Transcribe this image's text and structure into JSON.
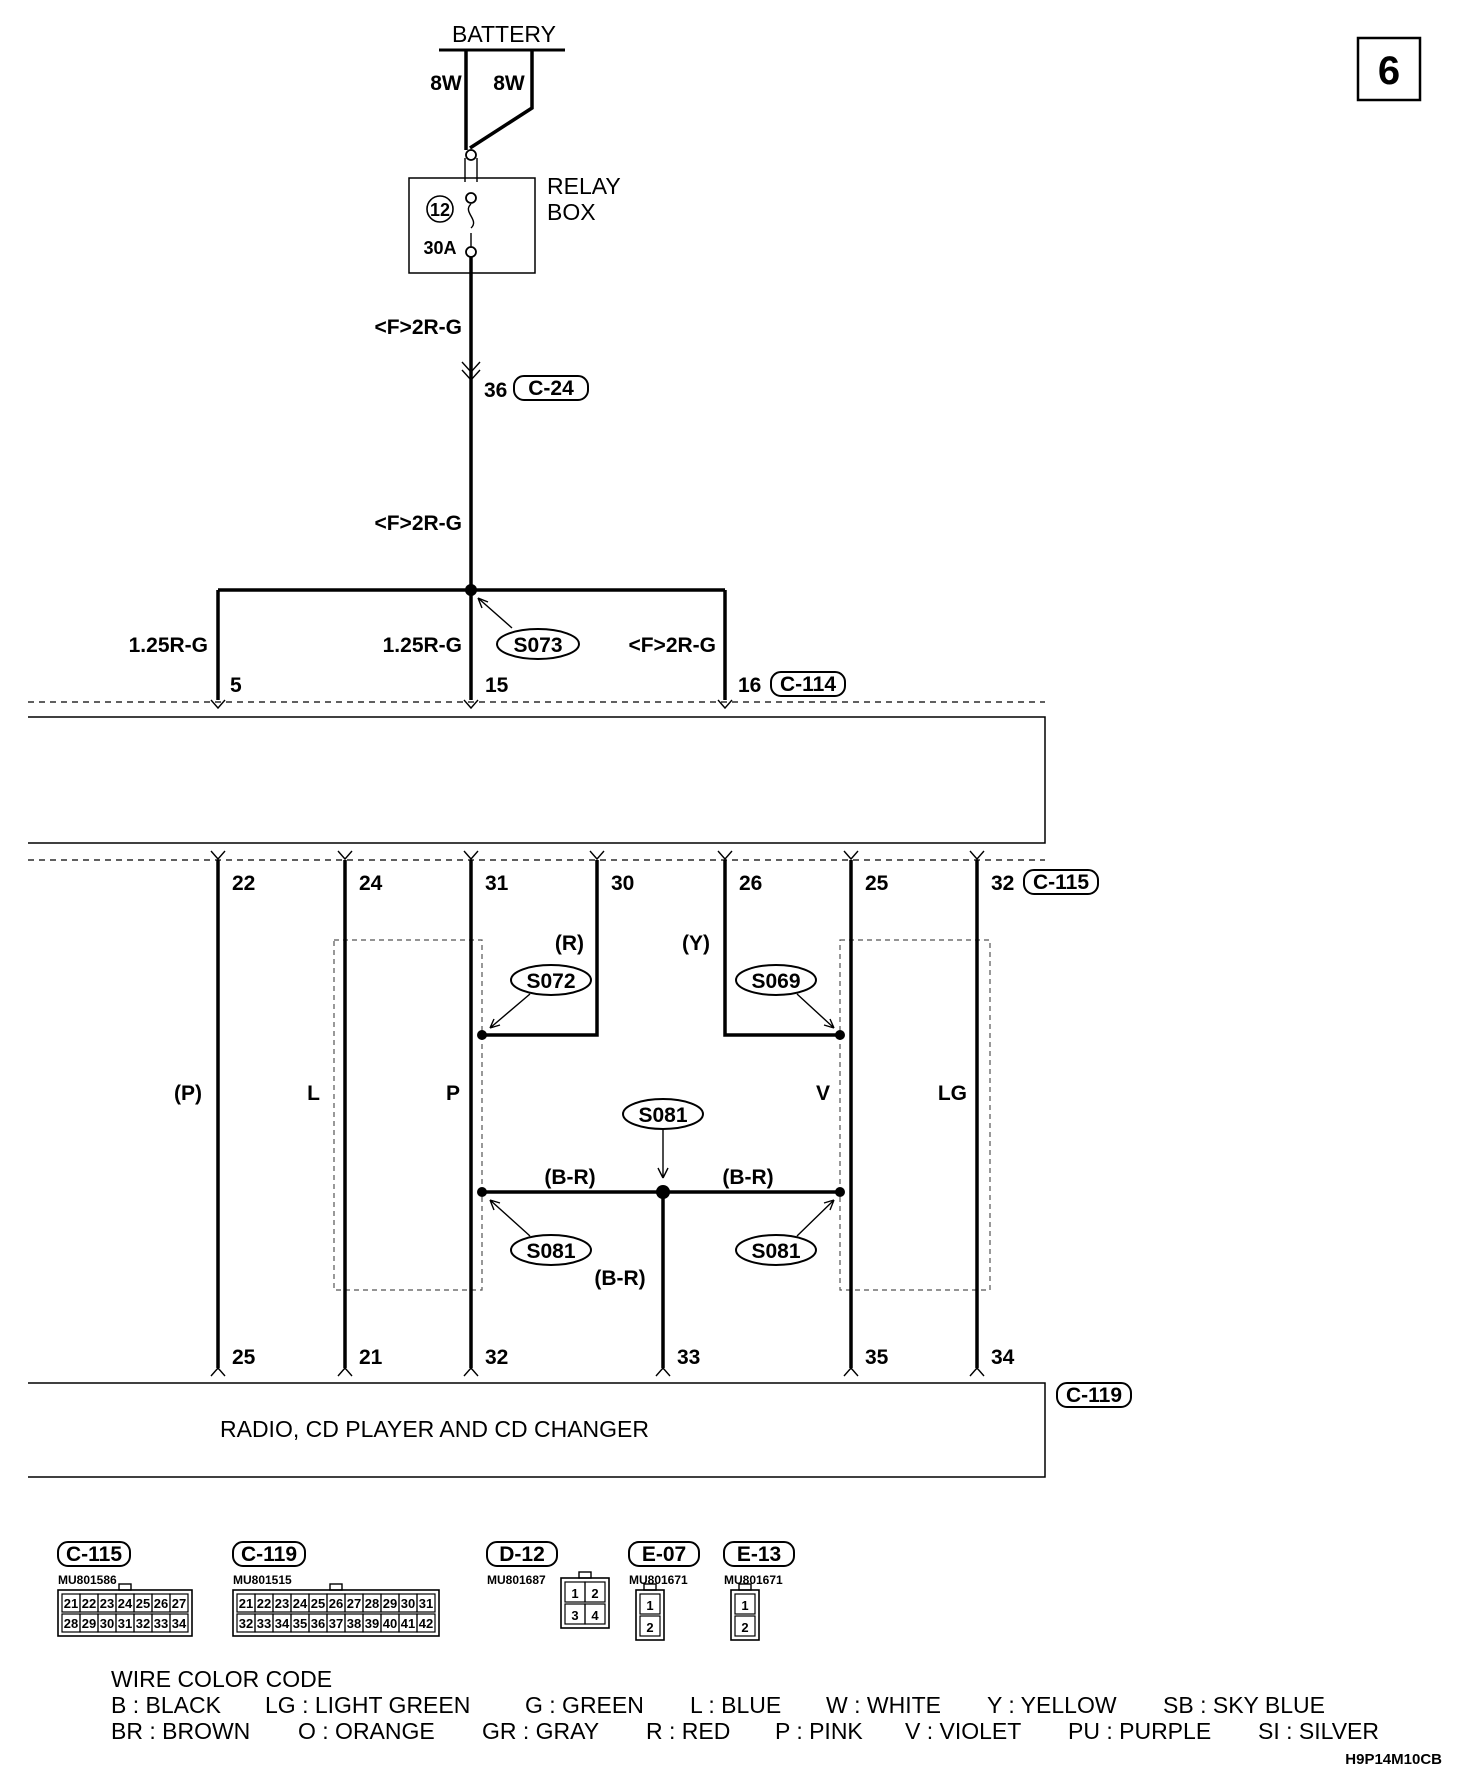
{
  "page_number": "6",
  "battery": {
    "label": "BATTERY",
    "wire_left": "8W",
    "wire_right": "8W"
  },
  "relay_box": {
    "label_line1": "RELAY",
    "label_line2": "BOX",
    "fuse_number": "12",
    "fuse_rating": "30A"
  },
  "wires": {
    "feed_upper": "<F>2R-G",
    "feed_lower": "<F>2R-G",
    "branch_left": "1.25R-G",
    "branch_mid": "1.25R-G",
    "branch_right": "<F>2R-G"
  },
  "connector_c24": {
    "pin": "36",
    "id": "C-24"
  },
  "splices": {
    "s073": "S073",
    "s072": "S072",
    "s069": "S069",
    "s081_top": "S081",
    "s081_left": "S081",
    "s081_right": "S081"
  },
  "connector_c114": {
    "id": "C-114",
    "pins": [
      "5",
      "15",
      "16"
    ]
  },
  "connector_c115": {
    "id": "C-115",
    "pins": [
      "22",
      "24",
      "31",
      "30",
      "26",
      "25",
      "32"
    ]
  },
  "wire_colors": {
    "w22": "(P)",
    "w24": "L",
    "w31": "P",
    "w30": "(R)",
    "w26": "(Y)",
    "w25": "V",
    "w32": "LG",
    "br_left": "(B-R)",
    "br_right": "(B-R)",
    "br_down": "(B-R)"
  },
  "connector_c119": {
    "id": "C-119",
    "pins": [
      "25",
      "21",
      "32",
      "33",
      "35",
      "34"
    ]
  },
  "radio_unit": {
    "label": "RADIO, CD PLAYER AND CD CHANGER"
  },
  "connector_views": [
    {
      "id": "C-115",
      "part": "MU801586",
      "row1": [
        "21",
        "22",
        "23",
        "24",
        "25",
        "26",
        "27"
      ],
      "row2": [
        "28",
        "29",
        "30",
        "31",
        "32",
        "33",
        "34"
      ]
    },
    {
      "id": "C-119",
      "part": "MU801515",
      "row1": [
        "21",
        "22",
        "23",
        "24",
        "25",
        "26",
        "27",
        "28",
        "29",
        "30",
        "31"
      ],
      "row2": [
        "32",
        "33",
        "34",
        "35",
        "36",
        "37",
        "38",
        "39",
        "40",
        "41",
        "42"
      ]
    },
    {
      "id": "D-12",
      "part": "MU801687",
      "row1": [
        "1",
        "2"
      ],
      "row2": [
        "3",
        "4"
      ]
    },
    {
      "id": "E-07",
      "part": "MU801671",
      "row1": [
        "1"
      ],
      "row2": [
        "2"
      ]
    },
    {
      "id": "E-13",
      "part": "MU801671",
      "row1": [
        "1"
      ],
      "row2": [
        "2"
      ]
    }
  ],
  "legend": {
    "title": "WIRE COLOR CODE",
    "line1": [
      "B : BLACK",
      "LG : LIGHT GREEN",
      "G : GREEN",
      "L : BLUE",
      "W : WHITE",
      "Y : YELLOW",
      "SB : SKY BLUE"
    ],
    "line2": [
      "BR : BROWN",
      "O : ORANGE",
      "GR : GRAY",
      "R : RED",
      "P : PINK",
      "V : VIOLET",
      "PU : PURPLE",
      "SI : SILVER"
    ]
  },
  "drawing_code": "H9P14M10CB"
}
